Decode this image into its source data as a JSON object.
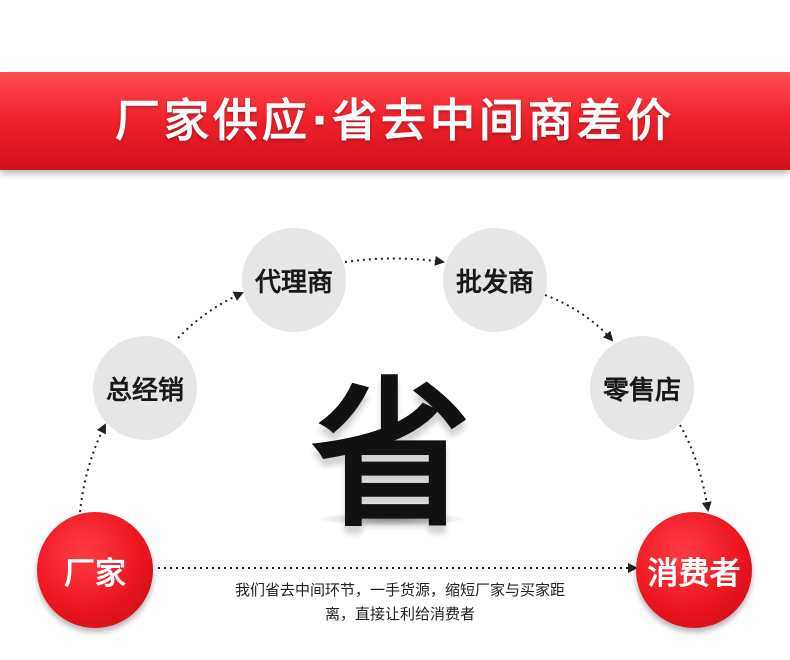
{
  "banner": {
    "title": "厂家供应·省去中间商差价"
  },
  "nodes": {
    "manufacturer": "厂家",
    "distributor": "总经销",
    "agent": "代理商",
    "wholesaler": "批发商",
    "retailer": "零售店",
    "consumer": "消费者"
  },
  "center": {
    "char": "省"
  },
  "caption": {
    "line1": "我们省去中间环节，一手货源，缩短厂家与买家距",
    "line2": "离，直接让利给消费者"
  },
  "colors": {
    "accent": "#f2232d",
    "node_gray": "#e6e6e6",
    "arrow": "#222222"
  },
  "icons": {
    "arrow": "dotted-arrow"
  }
}
